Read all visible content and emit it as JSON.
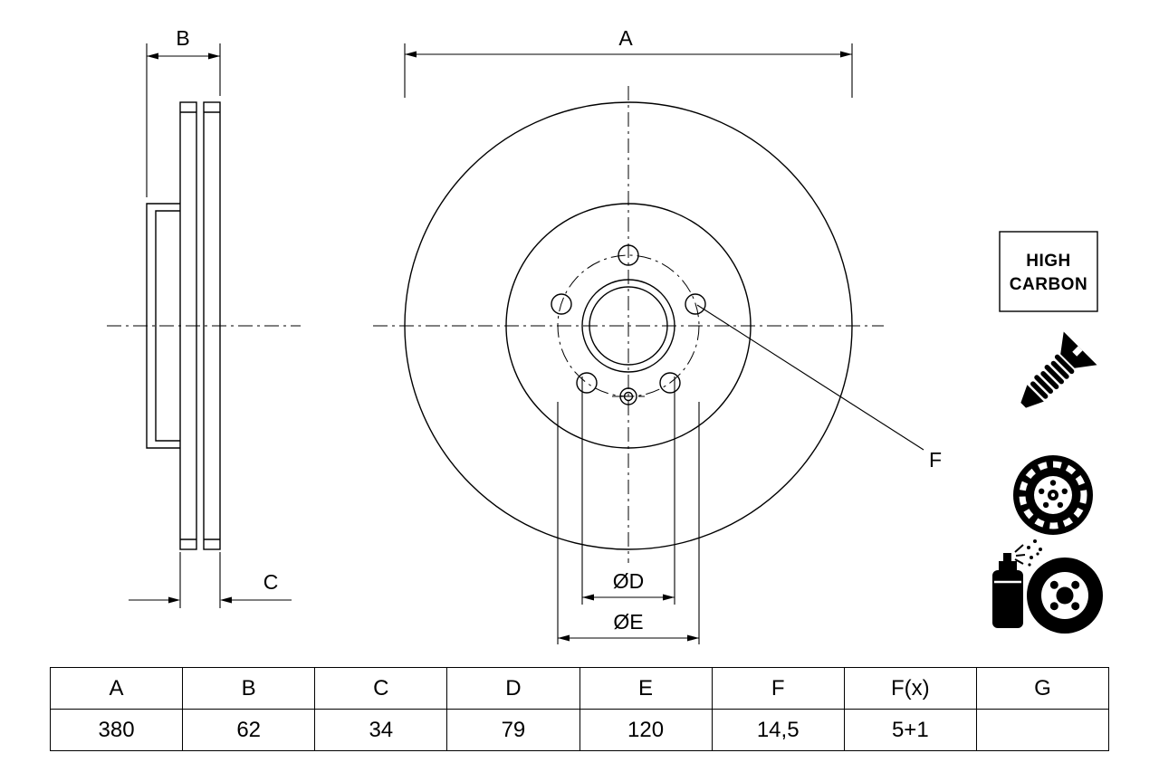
{
  "drawing": {
    "dim_a": "A",
    "dim_b": "B",
    "dim_c": "C",
    "dim_f": "F",
    "dia_d": "ØD",
    "dia_e": "ØE",
    "badge": {
      "line1": "HIGH",
      "line2": "CARBON"
    }
  },
  "icons": [
    "countersunk-screw-icon",
    "brake-disc-icon",
    "spray-application-icon"
  ],
  "table": {
    "headers": [
      "A",
      "B",
      "C",
      "D",
      "E",
      "F",
      "F(x)",
      "G"
    ],
    "values": [
      "380",
      "62",
      "34",
      "79",
      "120",
      "14,5",
      "5+1",
      ""
    ]
  },
  "colors": {
    "line": "#000000",
    "background": "#ffffff"
  }
}
